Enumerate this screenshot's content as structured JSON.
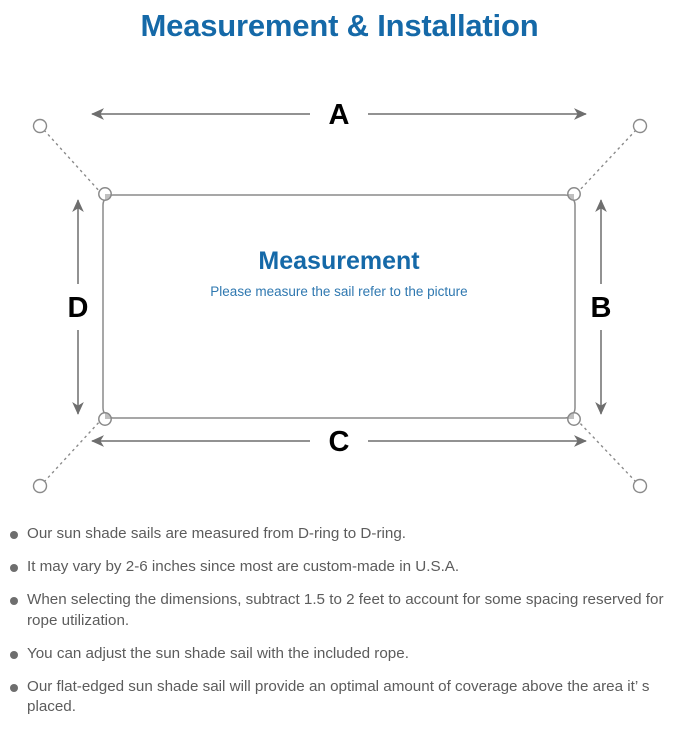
{
  "page": {
    "title": "Measurement & Installation",
    "title_color": "#1569a8",
    "background_color": "#ffffff"
  },
  "diagram": {
    "name": "sun-shade-sail-measurement-diagram",
    "center_heading": "Measurement",
    "center_subtext": "Please measure the sail refer to the picture",
    "center_heading_color": "#1569a8",
    "center_subtext_color": "#2f78b0",
    "sail_outline_color": "#808080",
    "dimension_line_color": "#6e6e6e",
    "rope_line_color": "#8a8a8a",
    "dimension_labels": {
      "top": "A",
      "right": "B",
      "bottom": "C",
      "left": "D"
    },
    "hardware": {
      "d_ring_count": 4,
      "anchor_point_count": 4
    }
  },
  "notes": {
    "bullet_color": "#6e6e6e",
    "text_color": "#5c5c5c",
    "items": [
      "Our sun shade sails are measured from D-ring to D-ring.",
      "It may vary by 2-6 inches since most are custom-made in U.S.A.",
      "When selecting the dimensions, subtract 1.5 to 2 feet to account for some spacing reserved for rope utilization.",
      "You can adjust the sun shade sail with the included rope.",
      "Our flat-edged sun shade sail will provide an optimal amount of coverage above the area it’ s placed."
    ]
  }
}
